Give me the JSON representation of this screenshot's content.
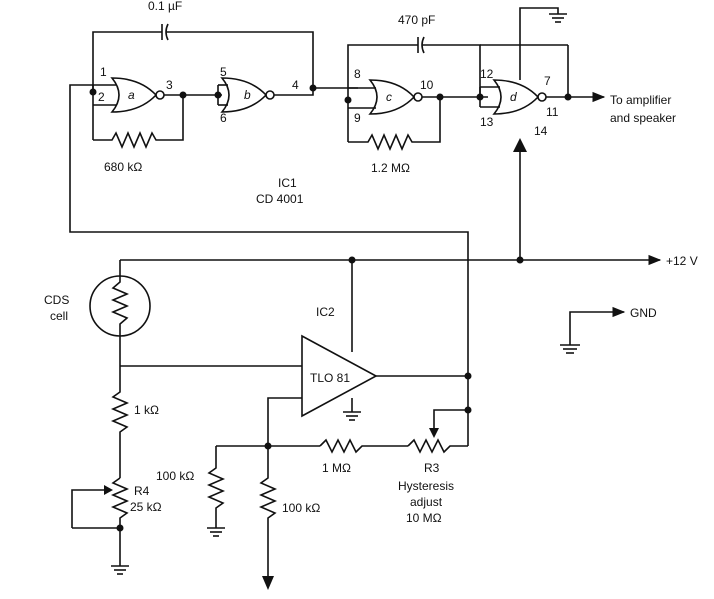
{
  "capacitors": {
    "c1": "0.1 µF",
    "c2": "470 pF"
  },
  "resistors": {
    "r_680k": "680 kΩ",
    "r_1_2m": "1.2 MΩ",
    "r_1k": "1 kΩ",
    "r_1m": "1 MΩ",
    "r_100k_left": "100 kΩ",
    "r_100k_right": "100 kΩ"
  },
  "gates": {
    "a": "a",
    "b": "b",
    "c": "c",
    "d": "d"
  },
  "pins": {
    "p1": "1",
    "p2": "2",
    "p3": "3",
    "p4": "4",
    "p5": "5",
    "p6": "6",
    "p8": "8",
    "p9": "9",
    "p10": "10",
    "p12": "12",
    "p13": "13",
    "p7": "7",
    "p11": "11",
    "p14": "14"
  },
  "ic1": {
    "name": "IC1",
    "part": "CD 4001"
  },
  "ic2": {
    "name": "IC2",
    "part": "TLO 81"
  },
  "cds": {
    "line1": "CDS",
    "line2": "cell"
  },
  "r4": {
    "name": "R4",
    "value": "25 kΩ"
  },
  "r3": {
    "name": "R3",
    "line1": "Hysteresis",
    "line2": "adjust",
    "value": "10 MΩ"
  },
  "output": {
    "line1": "To amplifier",
    "line2": "and speaker"
  },
  "supply": {
    "plus12": "+12 V",
    "gnd": "GND"
  }
}
